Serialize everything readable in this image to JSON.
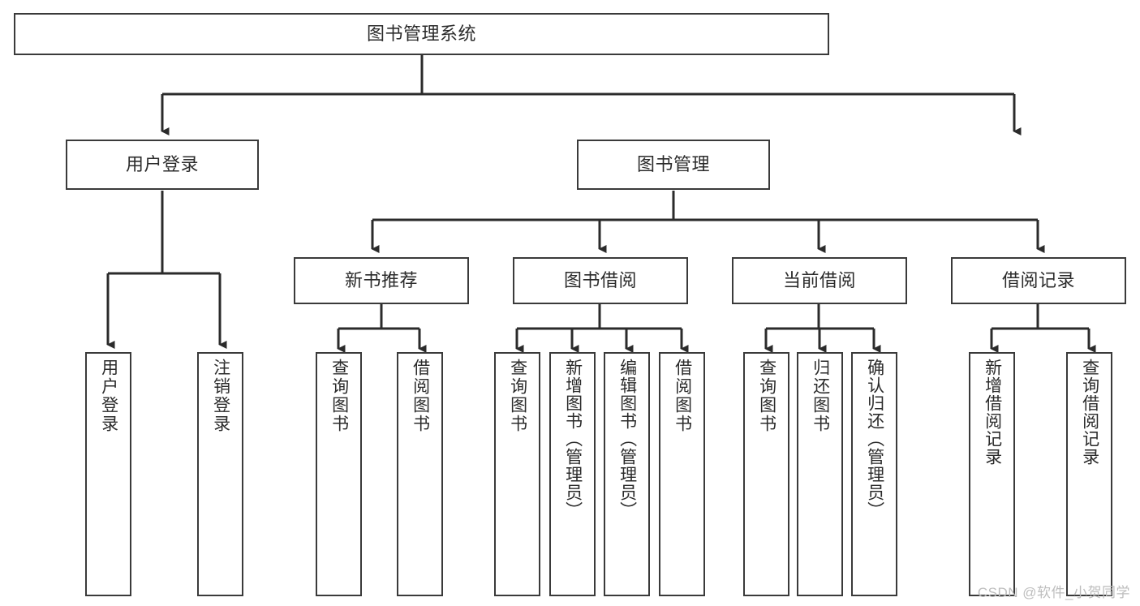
{
  "diagram": {
    "title": "图书管理系统",
    "type": "tree-hierarchy-chart",
    "colors": {
      "box_border": "#3a3a3a",
      "box_fill": "#ffffff",
      "line": "#2b2b2b",
      "text": "#2b2b2b",
      "watermark": "#bdbdbd",
      "background": "#ffffff"
    },
    "root": {
      "label": "图书管理系统"
    },
    "level2": [
      {
        "label": "用户登录"
      },
      {
        "label": "图书管理"
      }
    ],
    "level3": [
      {
        "label": "新书推荐"
      },
      {
        "label": "图书借阅"
      },
      {
        "label": "当前借阅"
      },
      {
        "label": "借阅记录"
      }
    ],
    "leaves": {
      "user_login": [
        {
          "label": "用户登录"
        },
        {
          "label": "注销登录"
        }
      ],
      "new_book_recommend": [
        {
          "label": "查询图书"
        },
        {
          "label": "借阅图书"
        }
      ],
      "book_borrow": [
        {
          "label": "查询图书"
        },
        {
          "label": "新增图书（管理员）"
        },
        {
          "label": "编辑图书（管理员）"
        },
        {
          "label": "借阅图书"
        }
      ],
      "current_borrow": [
        {
          "label": "查询图书"
        },
        {
          "label": "归还图书"
        },
        {
          "label": "确认归还（管理员）"
        }
      ],
      "borrow_record": [
        {
          "label": "新增借阅记录"
        },
        {
          "label": "查询借阅记录"
        }
      ]
    },
    "watermark": "CSDN @软件_小贺同学"
  }
}
